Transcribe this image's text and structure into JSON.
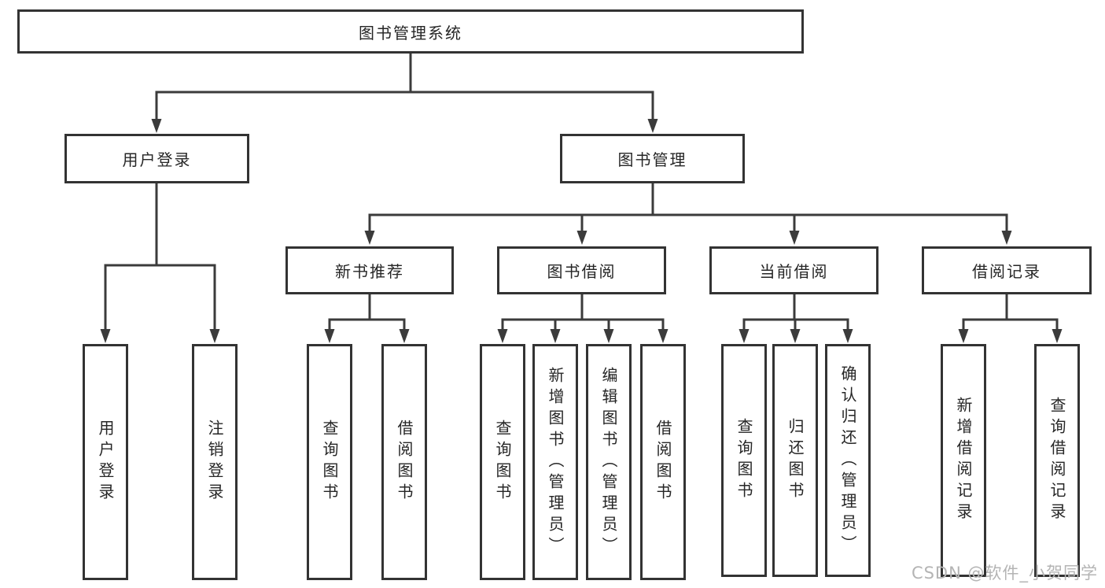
{
  "diagram": {
    "nodes": {
      "root": "图书管理系统",
      "user_login": "用户登录",
      "book_mgmt": "图书管理",
      "new_books": "新书推荐",
      "book_borrow": "图书借阅",
      "current_borrow": "当前借阅",
      "borrow_records": "借阅记录"
    },
    "leaves": {
      "user_login": [
        "用户登录",
        "注销登录"
      ],
      "new_books": [
        "查询图书",
        "借阅图书"
      ],
      "book_borrow": [
        "查询图书",
        "新增图书（管理员）",
        "编辑图书（管理员）",
        "借阅图书"
      ],
      "current_borrow": [
        "查询图书",
        "归还图书",
        "确认归还（管理员）"
      ],
      "borrow_records": [
        "新增借阅记录",
        "查询借阅记录"
      ]
    },
    "watermark": "CSDN @软件_小贺同学",
    "colors": {
      "background": "#ffffff",
      "box_border": "#333333",
      "line": "#3b3b3b",
      "text": "#262626",
      "watermark": "#b4b4b4"
    }
  }
}
